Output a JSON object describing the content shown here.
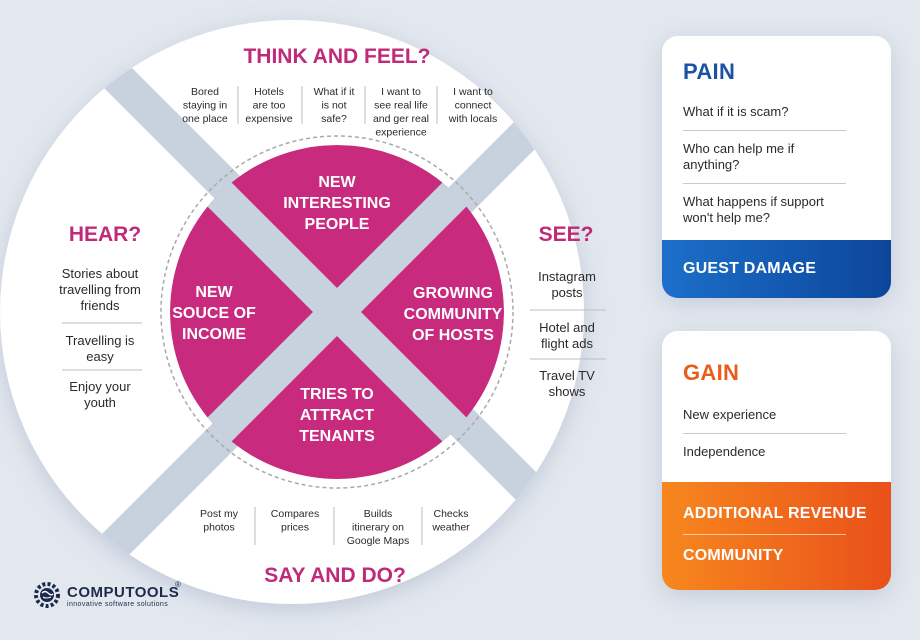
{
  "colors": {
    "magenta": "#c82a7e",
    "band": "#c8d2df",
    "heading": "#c02a7a",
    "pain_blue": "#1a53a6",
    "gain_orange": "#e95c1b"
  },
  "circle": {
    "think_feel": {
      "title": "THINK AND FEEL?",
      "items": [
        [
          "Bored",
          "staying in",
          "one place"
        ],
        [
          "Hotels",
          "are too",
          "expensive"
        ],
        [
          "What if it",
          "is not",
          "safe?"
        ],
        [
          "I want to",
          "see real life",
          "and ger real",
          "experience"
        ],
        [
          "I want to",
          "connect",
          "with locals"
        ]
      ]
    },
    "say_do": {
      "title": "SAY AND DO?",
      "items": [
        [
          "Post my",
          "photos"
        ],
        [
          "Compares",
          "prices"
        ],
        [
          "Builds",
          "itinerary on",
          "Google Maps"
        ],
        [
          "Checks",
          "weather"
        ]
      ]
    },
    "hear": {
      "title": "HEAR?",
      "items": [
        [
          "Stories about",
          "travelling from",
          "friends"
        ],
        [
          "Travelling is",
          "easy"
        ],
        [
          "Enjoy your",
          "youth"
        ]
      ]
    },
    "see": {
      "title": "SEE?",
      "items": [
        [
          "Instagram",
          "posts"
        ],
        [
          "Hotel and",
          "flight ads"
        ],
        [
          "Travel TV",
          "shows"
        ]
      ]
    },
    "inner": {
      "top": [
        "NEW",
        "INTERESTING",
        "PEOPLE"
      ],
      "left": [
        "NEW",
        "SOUCE OF",
        "INCOME"
      ],
      "right": [
        "GROWING",
        "COMMUNITY",
        "OF HOSTS"
      ],
      "bottom": [
        "TRIES TO",
        "ATTRACT",
        "TENANTS"
      ]
    }
  },
  "pain": {
    "title": "PAIN",
    "items": [
      "What if it is scam?",
      "Who can help me if anything?",
      "What happens if support won't help me?"
    ],
    "band": "GUEST DAMAGE"
  },
  "gain": {
    "title": "GAIN",
    "items": [
      "New experience",
      "Independence"
    ],
    "bands": [
      "ADDITIONAL REVENUE",
      "COMMUNITY"
    ]
  },
  "logo": {
    "name": "COMPUTOOLS",
    "reg": "®",
    "tagline": "innovative software solutions"
  }
}
